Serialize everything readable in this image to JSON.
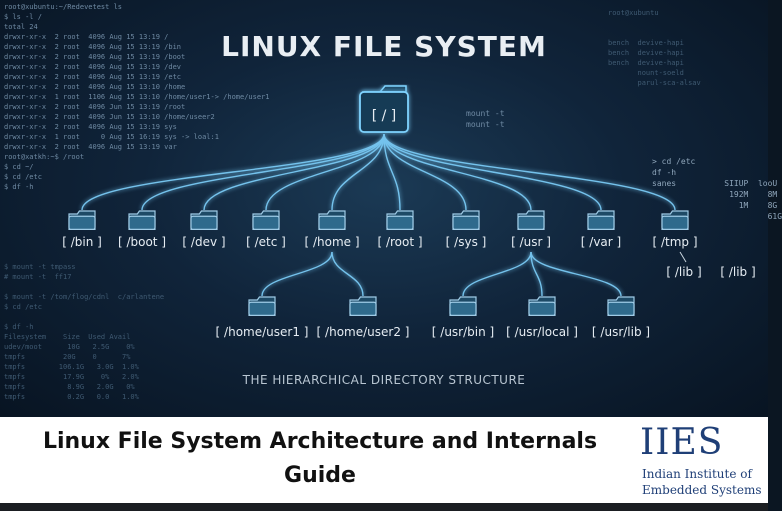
{
  "hero": {
    "title": "LINUX FILE SYSTEM",
    "subtitle": "THE HIERARCHICAL DIRECTORY STRUCTURE",
    "root": "[ / ]",
    "level1": [
      "[ /bin ]",
      "[ /boot ]",
      "[ /dev ]",
      "[ /etc ]",
      "[ /home ]",
      "[ /root ]",
      "[ /sys ]",
      "[ /usr ]",
      "[ /var ]",
      "[ /tmp ]"
    ],
    "home_children": [
      "[ /home/user1 ]",
      "[ /home/user2 ]"
    ],
    "usr_children": [
      "[ /usr/bin ]",
      "[ /usr/local ]",
      "[ /usr/lib ]"
    ],
    "lib_labels": [
      "[ /lib ]",
      "[ /lib ]"
    ],
    "terminal_left": "root@xubuntu:~/Redevetest ls\n$ ls -l /\ntotal 24\ndrwxr-xr-x  2 root  4096 Aug 15 13:19 /\ndrwxr-xr-x  2 root  4096 Aug 15 13:19 /bin\ndrwxr-xr-x  2 root  4096 Aug 15 13:19 /boot\ndrwxr-xr-x  2 root  4096 Aug 15 13:19 /dev\ndrwxr-xr-x  2 root  4096 Aug 15 13:19 /etc\ndrwxr-xr-x  2 root  4096 Aug 15 13:10 /home\ndrwxr-xr-x  1 root  1106 Aug 15 13:10 /home/user1-> /home/user1\ndrwxr-xr-x  2 root  4096 Jun 15 13:19 /root\ndrwxr-xr-x  2 root  4096 Jun 15 13:10 /home/useer2\ndrwxr-xr-x  2 root  4096 Aug 15 13:19 sys\ndrwxr-xr-x  1 root     0 Aug 15 16:19 sys -> loal:1\ndrwxr-xr-x  2 root  4096 Aug 15 13:19 var\nroot@xatkh:~$ /root\n$ cd ~/\n$ cd /etc\n$ df -h",
    "terminal_left_low": "$ mount -t tmpass\n# mount -t  ff17\n\n$ mount -t /tom/flog/cdnl  c/arlantene\n$ cd /etc\n\n$ df -h\nFilesystem    Size  Used Avail\nudev/moot      10G   2.5G    0%\ntmpfs         20G    0      7%\ntmpfs        106.1G   3.0G  1.0%\ntmpfs         17.9G    0%   2.0%\ntmpfs          8.9G   2.0G   0%\ntmpfs          0.2G   0.0   1.0%",
    "terminal_mid": "mount -t\nmount -t",
    "terminal_right": "> cd /etc\ndf -h\nsanes          SIIUP  looU\n                192M    8M\n                  1M    8G\n                        61G",
    "terminal_right_top": "root@xubuntu\n\n\nbench  devive-hapi\nbench  devive-hapi\nbench  devive-hapi\n       nount-soeld\n       parul-sca-alsav"
  },
  "banner": {
    "title_line1": "Linux File System Architecture and Internals",
    "title_line2": "Guide",
    "logo_mark": "IIES",
    "logo_line1": "Indian Institute of",
    "logo_line2": "Embedded Systems"
  },
  "colors": {
    "glow": "#7fd3ff",
    "folder": "#9fcbe6",
    "banner_text": "#111111",
    "logo_blue": "#1f3f77"
  }
}
